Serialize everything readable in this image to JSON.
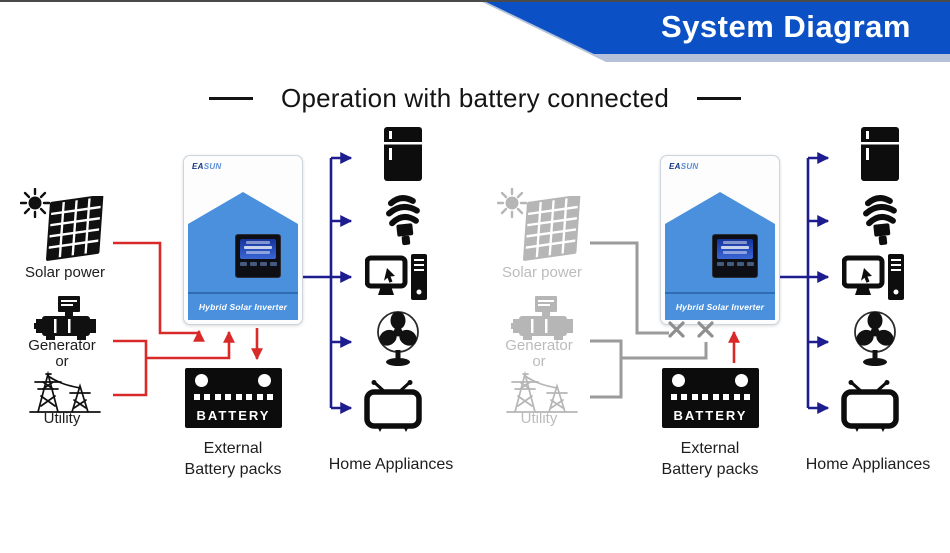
{
  "banner": {
    "title": "System Diagram"
  },
  "page_title": "Operation with battery connected",
  "colors": {
    "banner_blue": "#0b51c5",
    "banner_strip": "#b4c1d8",
    "inverter_blue": "#4a90dc",
    "wire_red": "#d92a2a",
    "wire_navy": "#1d1d8f",
    "wire_gray_disconnected": "#9b9b9b",
    "icon_black": "#101010",
    "dimmed_gray": "#bfbfbf"
  },
  "icons": {
    "sources": [
      "sun",
      "solar-panel",
      "generator",
      "utility-towers"
    ],
    "storage": [
      "battery"
    ],
    "appliances": [
      "refrigerator",
      "cfl-bulb",
      "desktop-computer",
      "table-fan",
      "television"
    ],
    "disconnect_marker": "x-mark"
  },
  "diagrams": {
    "left": {
      "solar_label": "Solar power",
      "generator_label": "Generator",
      "or_label": "or",
      "utility_label": "Utility",
      "inverter": {
        "brand_ea": "EA",
        "brand_sun": "SUN",
        "name": "Hybrid Solar Inverter"
      },
      "battery_text": "BATTERY",
      "battery_caption_line1": "External",
      "battery_caption_line2": "Battery packs",
      "appliances_label": "Home Appliances"
    },
    "right": {
      "solar_label": "Solar power",
      "generator_label": "Generator",
      "or_label": "or",
      "utility_label": "Utility",
      "inverter": {
        "brand_ea": "EA",
        "brand_sun": "SUN",
        "name": "Hybrid Solar Inverter"
      },
      "battery_text": "BATTERY",
      "battery_caption_line1": "External",
      "battery_caption_line2": "Battery packs",
      "appliances_label": "Home Appliances"
    }
  }
}
